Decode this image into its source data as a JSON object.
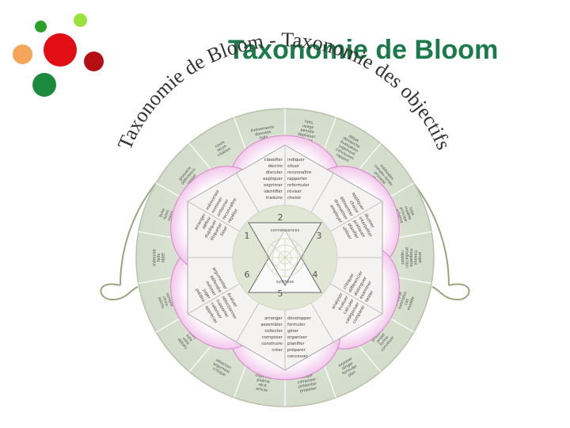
{
  "slide": {
    "title": "Taxonomie de Bloom"
  },
  "decorations": {
    "dots": [
      {
        "name": "dot-green-small",
        "color": "#2aa02a"
      },
      {
        "name": "dot-lime",
        "color": "#9be13c"
      },
      {
        "name": "dot-red",
        "color": "#e10f14"
      },
      {
        "name": "dot-orange",
        "color": "#f5a65b"
      },
      {
        "name": "dot-darkred",
        "color": "#b40f14"
      },
      {
        "name": "dot-green-large",
        "color": "#1c8a3c"
      }
    ]
  },
  "diagram": {
    "arc_title": "Taxonomie de Bloom - Taxonomie des objectifs",
    "center": {
      "top_label": "connaissances",
      "bottom_label": "synthèse"
    },
    "levels": [
      "1",
      "2",
      "3",
      "4",
      "5",
      "6"
    ],
    "petals": [
      {
        "left": [
          "classifier",
          "décrire",
          "discuter",
          "expliquer",
          "exprimer",
          "identifier",
          "traduire"
        ],
        "right": [
          "indiquer",
          "situer",
          "reconnaître",
          "rapporter",
          "reformuler",
          "réviser",
          "choisir"
        ]
      },
      {
        "left": [
          "appliquer",
          "choisir",
          "démontrer",
          "dramatiser",
          "employer"
        ],
        "right": [
          "illustrer",
          "interpréter",
          "pratiquer",
          "planifier",
          "utiliser"
        ]
      },
      {
        "left": [
          "analyser",
          "évaluer",
          "calculer",
          "catégoriser",
          "comparer"
        ],
        "right": [
          "critiquer",
          "différencier",
          "distinguer",
          "examiner",
          "tester"
        ]
      },
      {
        "left": [
          "arranger",
          "assembler",
          "collecter",
          "composer",
          "construire",
          "créer"
        ],
        "right": [
          "développer",
          "formuler",
          "gérer",
          "organiser",
          "planifier",
          "préparer",
          "concevoir"
        ]
      },
      {
        "left": [
          "argumenter",
          "défendre",
          "estimer",
          "juger",
          "prédire"
        ],
        "right": [
          "évaluer",
          "sélectionner",
          "supporter",
          "valoriser",
          "apprécier"
        ]
      },
      {
        "left": [
          "arranger",
          "définir",
          "dupliquer",
          "étiqueter",
          "lister"
        ],
        "right": [
          "mémoriser",
          "nommer",
          "ordonner",
          "reconnaître",
          "répéter"
        ]
      }
    ],
    "outer_labels": [
      [
        "faits",
        "usage",
        "pensée",
        "appliquer",
        "valeurs",
        "livre"
      ],
      [
        "débat",
        "démarche",
        "évaluation",
        "jugement",
        "conclusion",
        "rapport"
      ],
      [
        "méthodes",
        "compte-rendu",
        "procédé",
        "choisir"
      ],
      [
        "type",
        "modèle",
        "principe",
        "schéma",
        "plan"
      ],
      [
        "projet",
        "travaux",
        "maquette",
        "production",
        "rapport"
      ],
      [
        "analyse",
        "exemples",
        "cas",
        "modèle"
      ],
      [
        "produire",
        "projet",
        "forme",
        "concevoir"
      ],
      [
        "exposer",
        "diriger",
        "formuler",
        "plan"
      ],
      [
        "rédiger",
        "composer",
        "présenter",
        "proposer"
      ],
      [
        "organiser",
        "poème",
        "récit",
        "article"
      ],
      [
        "sélection",
        "argument",
        "critique"
      ],
      [
        "tests",
        "liste",
        "vote",
        "débats"
      ],
      [
        "compte",
        "choix",
        "points"
      ],
      [
        "mémoire",
        "faits",
        "objet"
      ],
      [
        "fiche",
        "listes",
        "notes"
      ],
      [
        "glossaire",
        "définitions",
        "rappel"
      ],
      [
        "cours",
        "leçon",
        "citation"
      ],
      [
        "événements",
        "données",
        "faits"
      ]
    ]
  }
}
